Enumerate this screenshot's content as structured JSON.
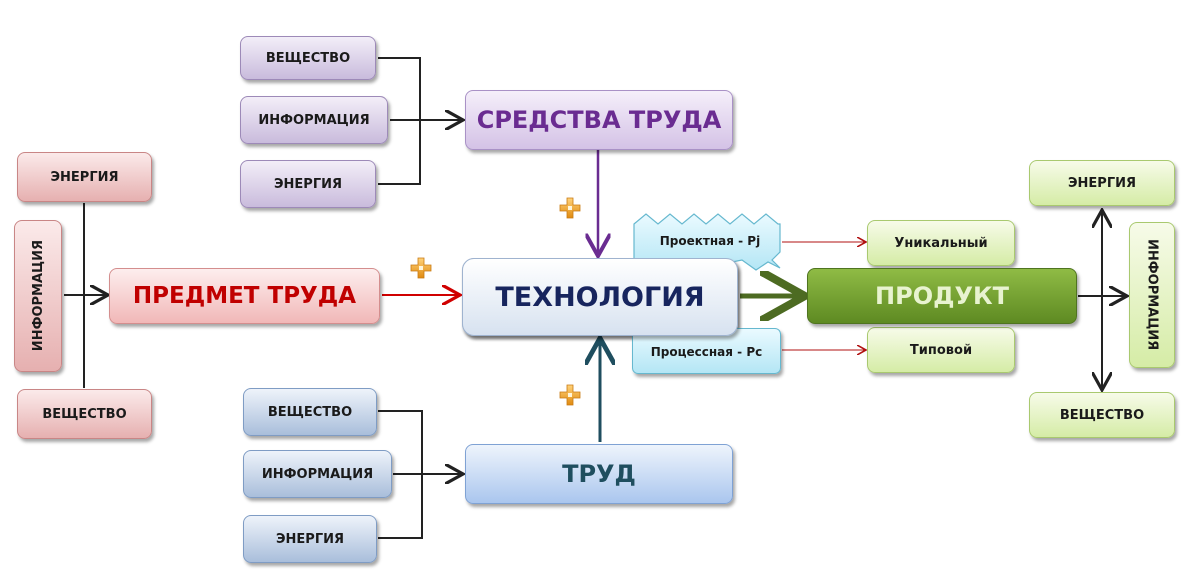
{
  "center": {
    "label": "ТЕХНОЛОГИЯ"
  },
  "tools": {
    "label": "СРЕДСТВА ТРУДА",
    "inputs": [
      "ВЕЩЕСТВО",
      "ИНФОРМАЦИЯ",
      "ЭНЕРГИЯ"
    ]
  },
  "object": {
    "label": "ПРЕДМЕТ ТРУДА",
    "inputs": [
      "ЭНЕРГИЯ",
      "ИНФОРМАЦИЯ",
      "ВЕЩЕСТВО"
    ]
  },
  "labor": {
    "label": "ТРУД",
    "inputs": [
      "ВЕЩЕСТВО",
      "ИНФОРМАЦИЯ",
      "ЭНЕРГИЯ"
    ]
  },
  "types": {
    "project": "Проектная - Pj",
    "process": "Процессная - Pc"
  },
  "product": {
    "label": "ПРОДУКТ",
    "kinds": [
      "Уникальный",
      "Типовой"
    ],
    "outputs": [
      "ЭНЕРГИЯ",
      "ИНФОРМАЦИЯ",
      "ВЕЩЕСТВО"
    ]
  },
  "plus_icon": "plus-icon",
  "colors": {
    "tools": "#6a2c91",
    "object": "#c00000",
    "center": "#17255e",
    "labor": "#1f4e5f",
    "product_text": "#e8f3d0",
    "product_bg": "#6f9a2e"
  }
}
